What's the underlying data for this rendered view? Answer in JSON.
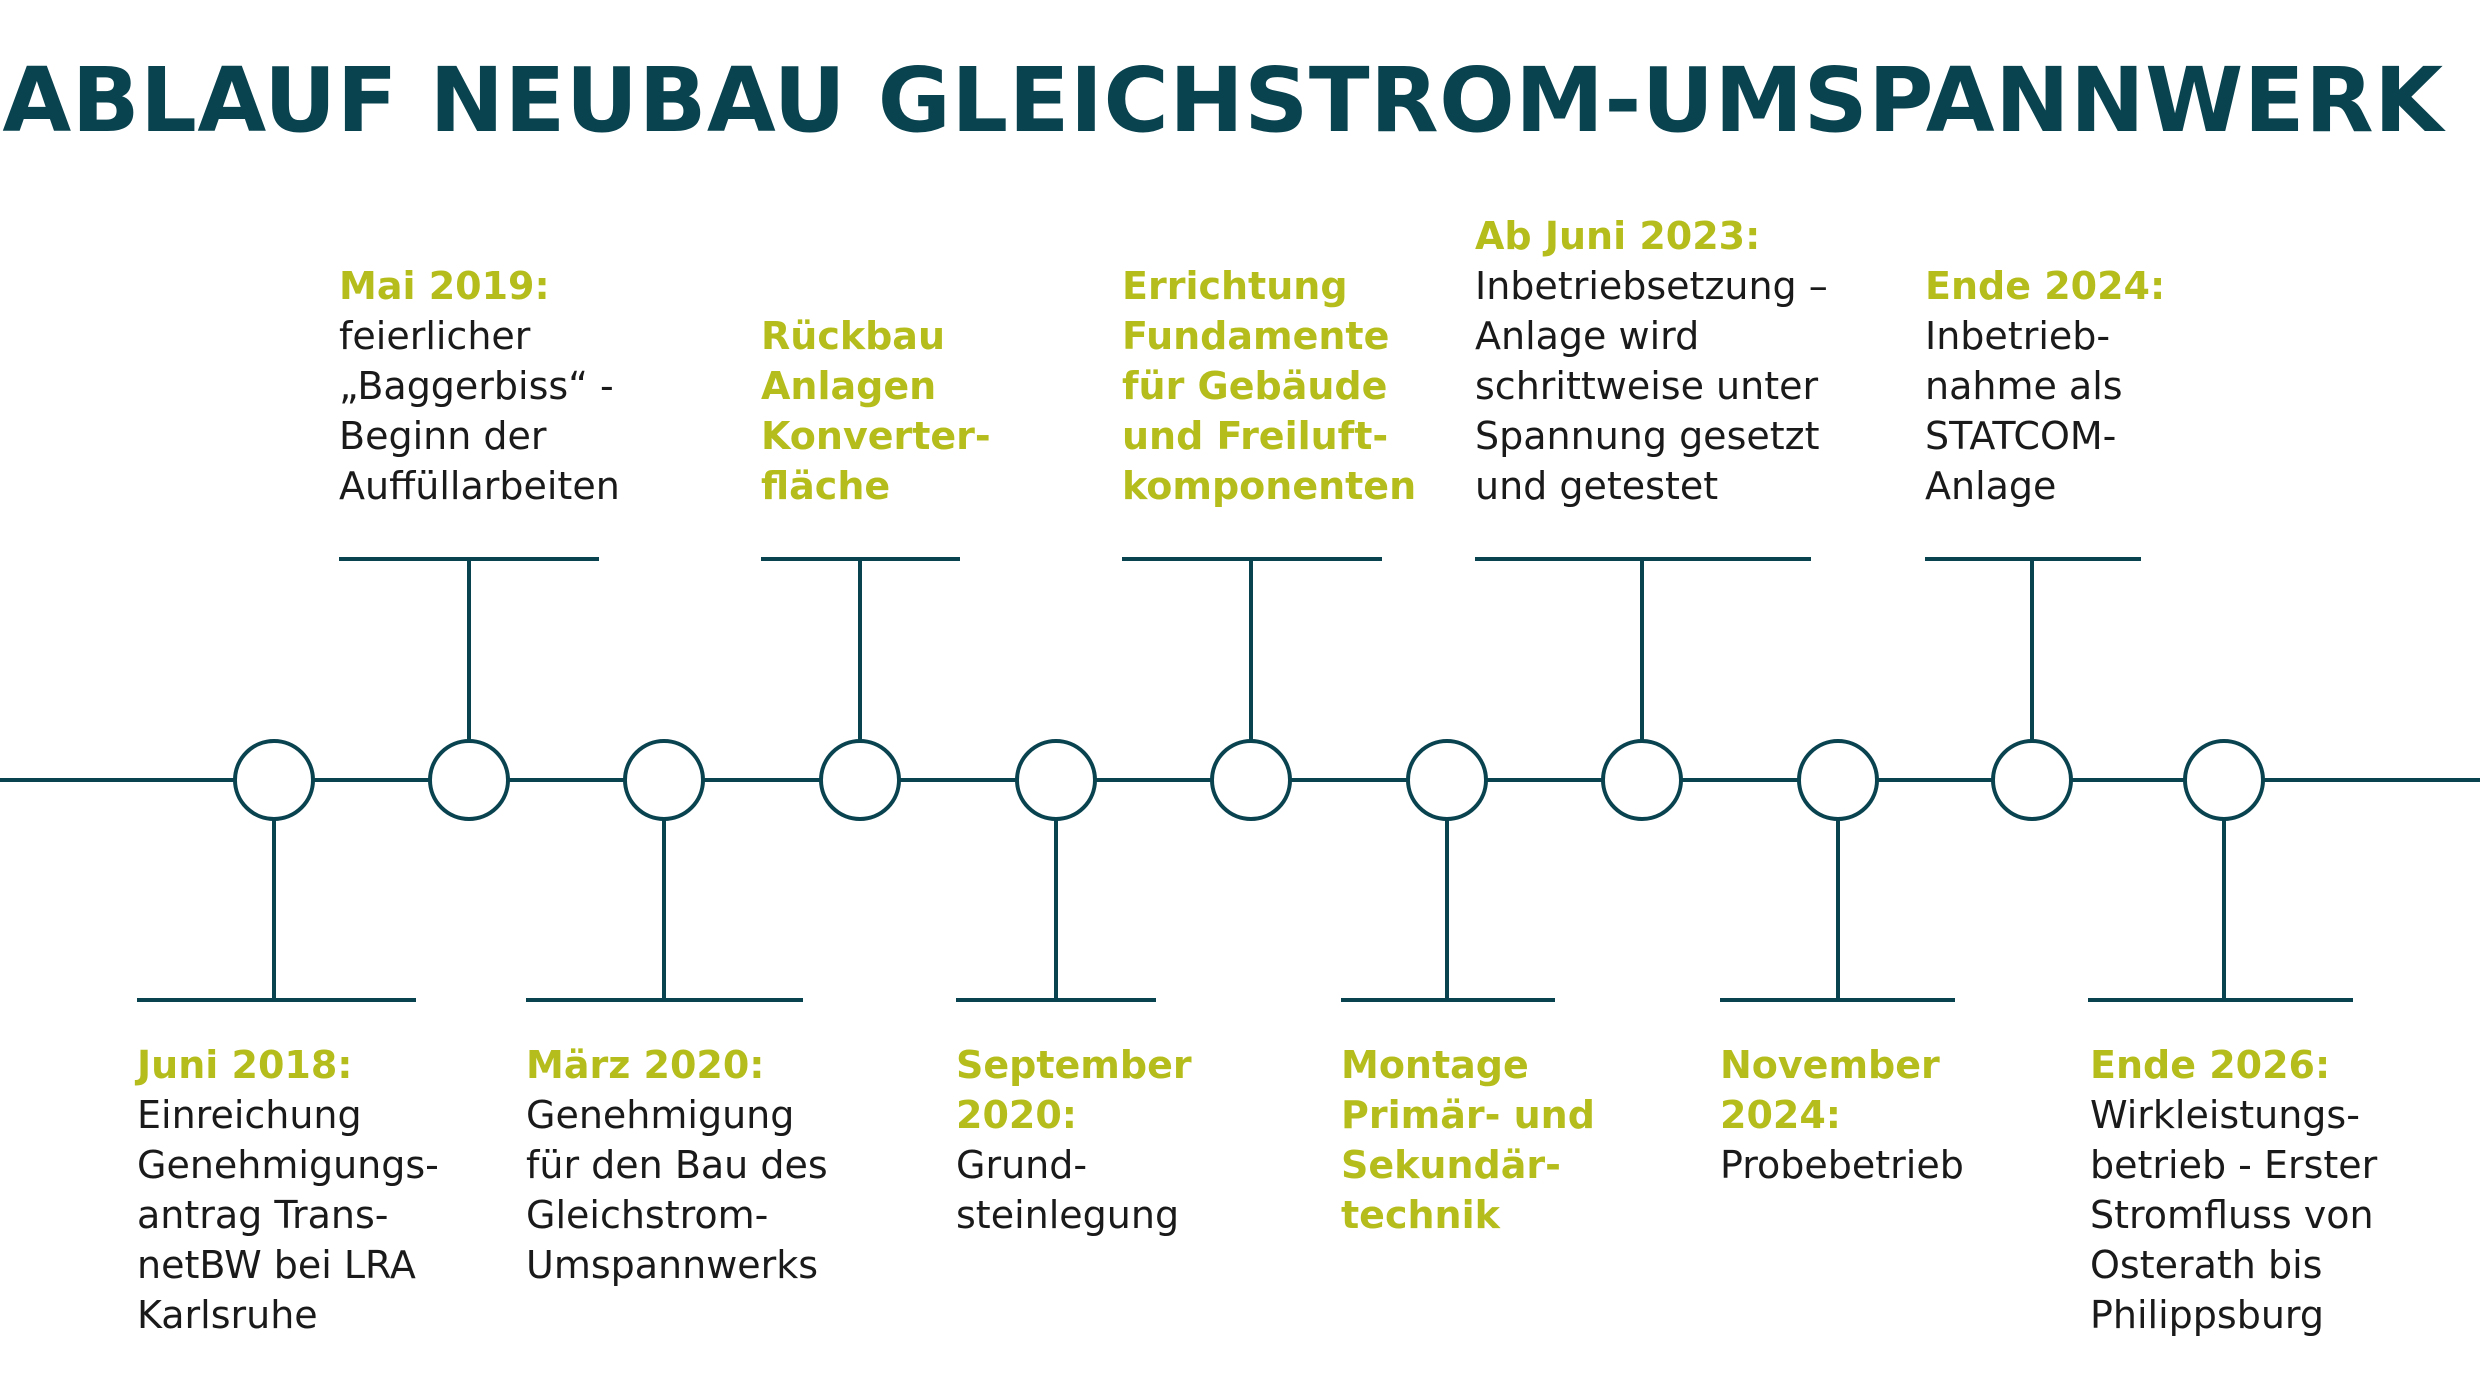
{
  "title": "ABLAUF NEUBAU GLEICHSTROM-UMSPANNWERK",
  "colors": {
    "line": "#0a4350",
    "highlight": "#b5bd1c",
    "text": "#1a1a1a",
    "title": "#0a4350"
  },
  "milestones": [
    {
      "position": "below",
      "highlight": [
        "Juni 2018:"
      ],
      "text": [
        "Einreichung",
        "Genehmigungs-",
        "antrag Trans-",
        "netBW bei LRA",
        "Karlsruhe"
      ]
    },
    {
      "position": "above",
      "highlight": [
        "Mai 2019:"
      ],
      "text": [
        "feierlicher",
        "„Baggerbiss“ -",
        "Beginn der",
        "Auffüllarbeiten"
      ]
    },
    {
      "position": "below",
      "highlight": [
        "März 2020:"
      ],
      "text": [
        "Genehmigung",
        "für den Bau des",
        "Gleichstrom-",
        "Umspannwerks"
      ]
    },
    {
      "position": "above",
      "highlight": [
        "Rückbau",
        "Anlagen",
        "Konverter-",
        "fläche"
      ],
      "text": []
    },
    {
      "position": "below",
      "highlight": [
        "September",
        "2020:"
      ],
      "text": [
        "Grund-",
        "steinlegung"
      ]
    },
    {
      "position": "above",
      "highlight": [
        "Errichtung",
        "Fundamente",
        "für Gebäude",
        "und Freiluft-",
        "komponenten"
      ],
      "text": []
    },
    {
      "position": "below",
      "highlight": [
        "Montage",
        "Primär- und",
        "Sekundär-",
        "technik"
      ],
      "text": []
    },
    {
      "position": "above",
      "highlight": [
        "Ab Juni 2023:"
      ],
      "text": [
        "Inbetriebsetzung –",
        "Anlage wird",
        "schrittweise unter",
        "Spannung gesetzt",
        "und getestet"
      ]
    },
    {
      "position": "below",
      "highlight": [
        "November",
        "2024:"
      ],
      "text": [
        "Probebetrieb"
      ]
    },
    {
      "position": "above",
      "highlight": [
        "Ende 2024:"
      ],
      "text": [
        "Inbetrieb-",
        "nahme als",
        "STATCOM-",
        "Anlage"
      ]
    },
    {
      "position": "below",
      "highlight": [
        "Ende 2026:"
      ],
      "text": [
        "Wirkleistungs-",
        "betrieb - Erster",
        "Stromfluss von",
        "Osterath bis",
        "Philippsburg"
      ]
    }
  ]
}
